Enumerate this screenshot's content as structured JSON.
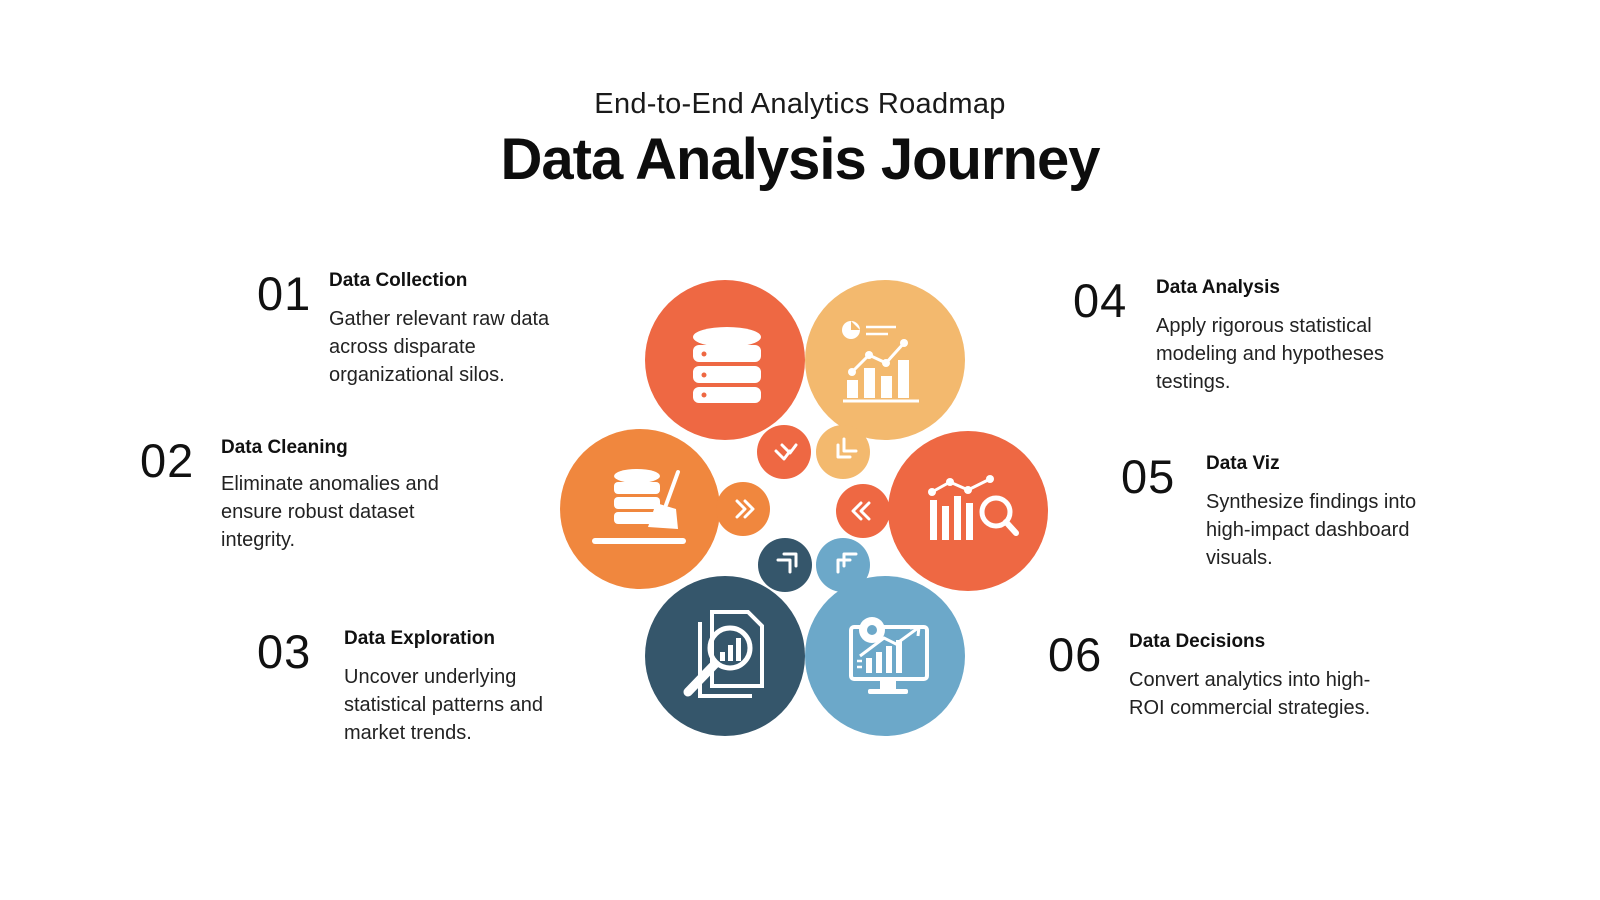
{
  "header": {
    "subtitle": "End-to-End Analytics Roadmap",
    "title": "Data Analysis Journey"
  },
  "steps": [
    {
      "number": "01",
      "title": "Data Collection",
      "description": "Gather relevant raw data across disparate organizational silos.",
      "color": "#EE6843",
      "icon": "database-icon"
    },
    {
      "number": "02",
      "title": "Data Cleaning",
      "description": "Eliminate anomalies and ensure robust dataset integrity.",
      "color": "#F0873E",
      "icon": "database-broom-icon"
    },
    {
      "number": "03",
      "title": "Data Exploration",
      "description": "Uncover underlying statistical patterns and market trends.",
      "color": "#35566B",
      "icon": "document-magnifier-icon"
    },
    {
      "number": "04",
      "title": "Data Analysis",
      "description": "Apply rigorous statistical modeling and hypotheses testings.",
      "color": "#F3B96E",
      "icon": "bar-line-chart-icon"
    },
    {
      "number": "05",
      "title": "Data Viz",
      "description": "Synthesize findings into high-impact dashboard visuals.",
      "color": "#EE6843",
      "icon": "chart-magnifier-icon"
    },
    {
      "number": "06",
      "title": "Data Decisions",
      "description": "Convert analytics into high-ROI commercial strategies.",
      "color": "#6CA8C9",
      "icon": "monitor-growth-icon"
    }
  ]
}
